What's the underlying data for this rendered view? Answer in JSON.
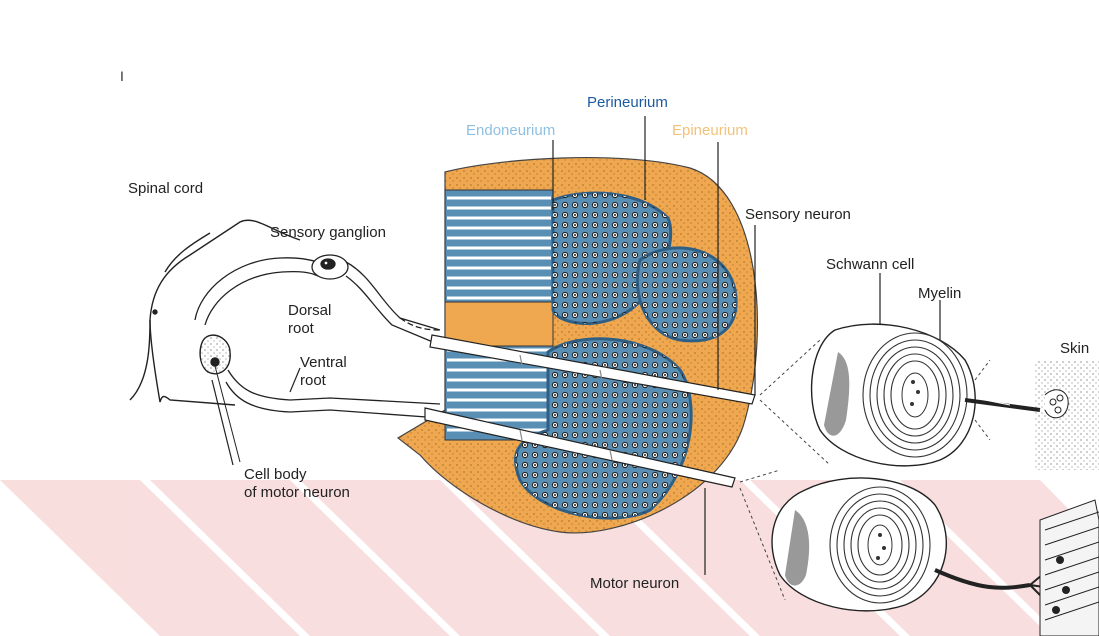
{
  "figure": {
    "marker": "I",
    "labels": {
      "perineurium": "Perineurium",
      "endoneurium": "Endoneurium",
      "epineurium": "Epineurium",
      "spinal_cord": "Spinal cord",
      "sensory_ganglion": "Sensory ganglion",
      "dorsal_root_line1": "Dorsal",
      "dorsal_root_line2": "root",
      "ventral_root_line1": "Ventral",
      "ventral_root_line2": "root",
      "sensory_neuron": "Sensory neuron",
      "schwann_cell": "Schwann cell",
      "myelin": "Myelin",
      "skin": "Skin",
      "cell_body_line1": "Cell body",
      "cell_body_line2": "of motor neuron",
      "motor_neuron": "Motor neuron"
    },
    "colors": {
      "epineurium": "#f0a850",
      "perineurium": "#5a8fb5",
      "endoneurium": "#8fc0e0",
      "fascicle": "#7aa6c4",
      "watermark": "#f7d6d6"
    }
  }
}
